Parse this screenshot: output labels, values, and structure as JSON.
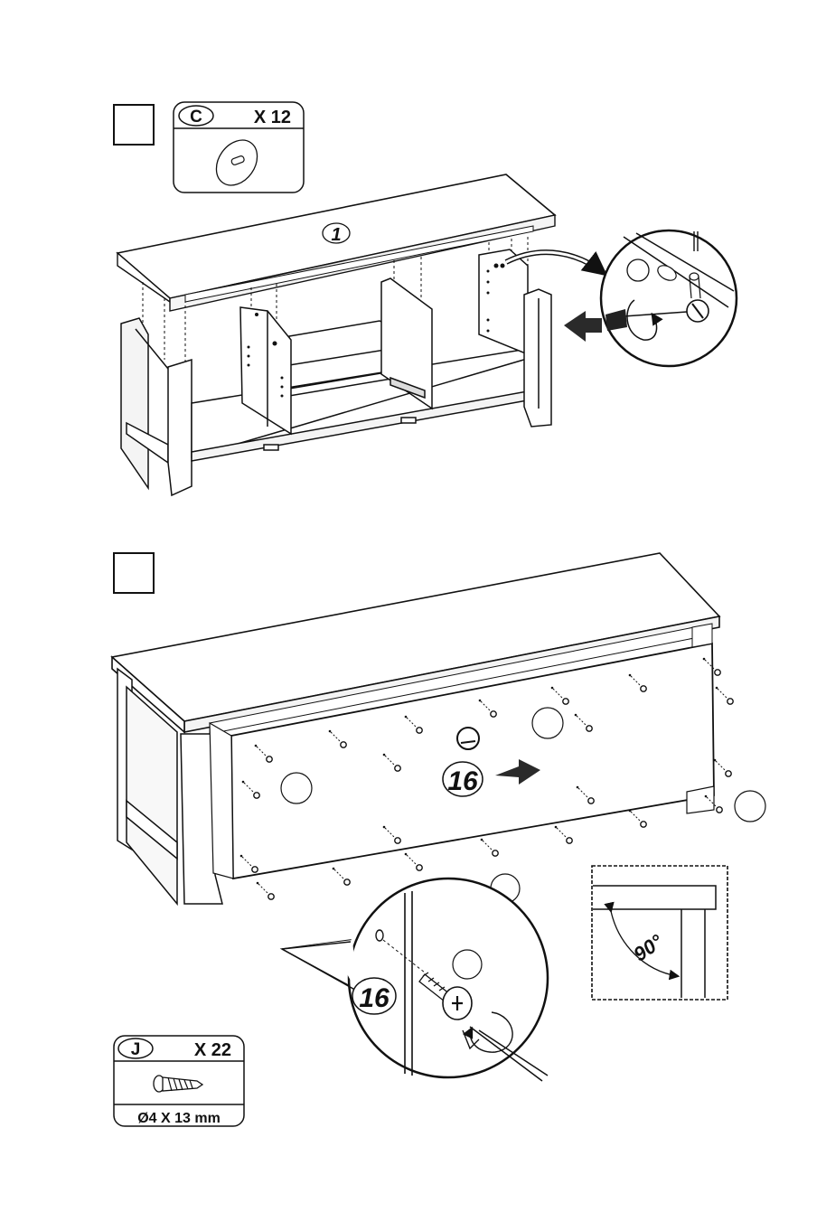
{
  "step_a": {
    "step_number": "",
    "part": {
      "letter": "C",
      "quantity": "X 12",
      "name": "cam-lock"
    },
    "panel_label": "1"
  },
  "step_b": {
    "step_number": "",
    "panel_label": "16",
    "detail_label": "16",
    "angle_label": "90°",
    "part": {
      "letter": "J",
      "quantity": "X 22",
      "size": "Ø4 X 13 mm",
      "name": "screw"
    }
  },
  "colors": {
    "line": "#111111",
    "fill_light": "#f2f2f2",
    "fill_white": "#ffffff",
    "arrow": "#2a2a2a"
  }
}
